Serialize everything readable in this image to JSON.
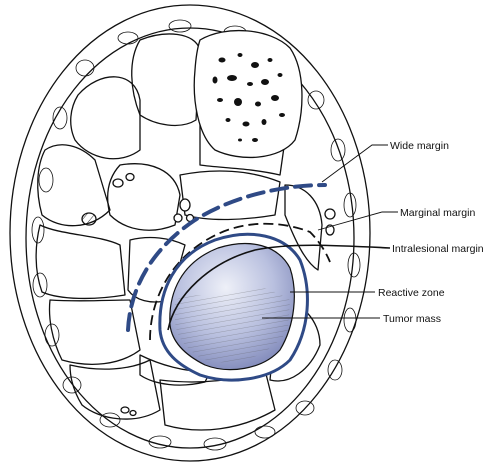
{
  "labels": {
    "wide_margin": "Wide margin",
    "marginal_margin": "Marginal margin",
    "intralesional_margin": "Intralesional margin",
    "reactive_zone": "Reactive zone",
    "tumor_mass": "Tumor mass"
  },
  "colors": {
    "margin_blue": "#2f4a86",
    "tumor_light": "#eef0f8",
    "tumor_mid": "#b9c0df",
    "tumor_dark": "#7d86b8",
    "ink": "#111111"
  }
}
